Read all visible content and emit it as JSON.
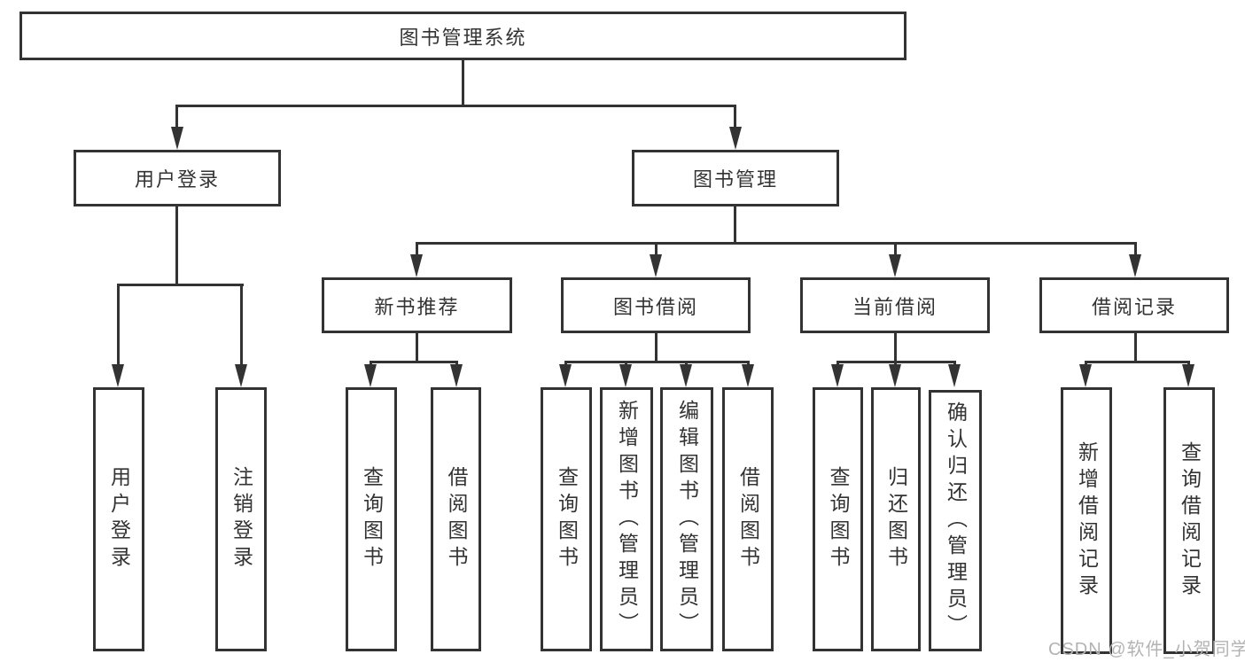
{
  "diagram": {
    "root_label": "图书管理系统",
    "level2": {
      "left": "用户登录",
      "right": "图书管理"
    },
    "level3": [
      "新书推荐",
      "图书借阅",
      "当前借阅",
      "借阅记录"
    ],
    "leaves_login": [
      "用户登录",
      "注销登录"
    ],
    "leaves_recommend": [
      "查询图书",
      "借阅图书"
    ],
    "leaves_borrow": [
      "查询图书",
      "新增图书（管理员）",
      "编辑图书（管理员）",
      "借阅图书"
    ],
    "leaves_current": [
      "查询图书",
      "归还图书",
      "确认归还（管理员）"
    ],
    "leaves_records": [
      "新增借阅记录",
      "查询借阅记录"
    ],
    "watermark": "CSDN @软件_小贺同学",
    "colors": {
      "line": "#333333",
      "text": "#333333",
      "watermark": "#b3b3b3",
      "background": "#ffffff"
    }
  }
}
